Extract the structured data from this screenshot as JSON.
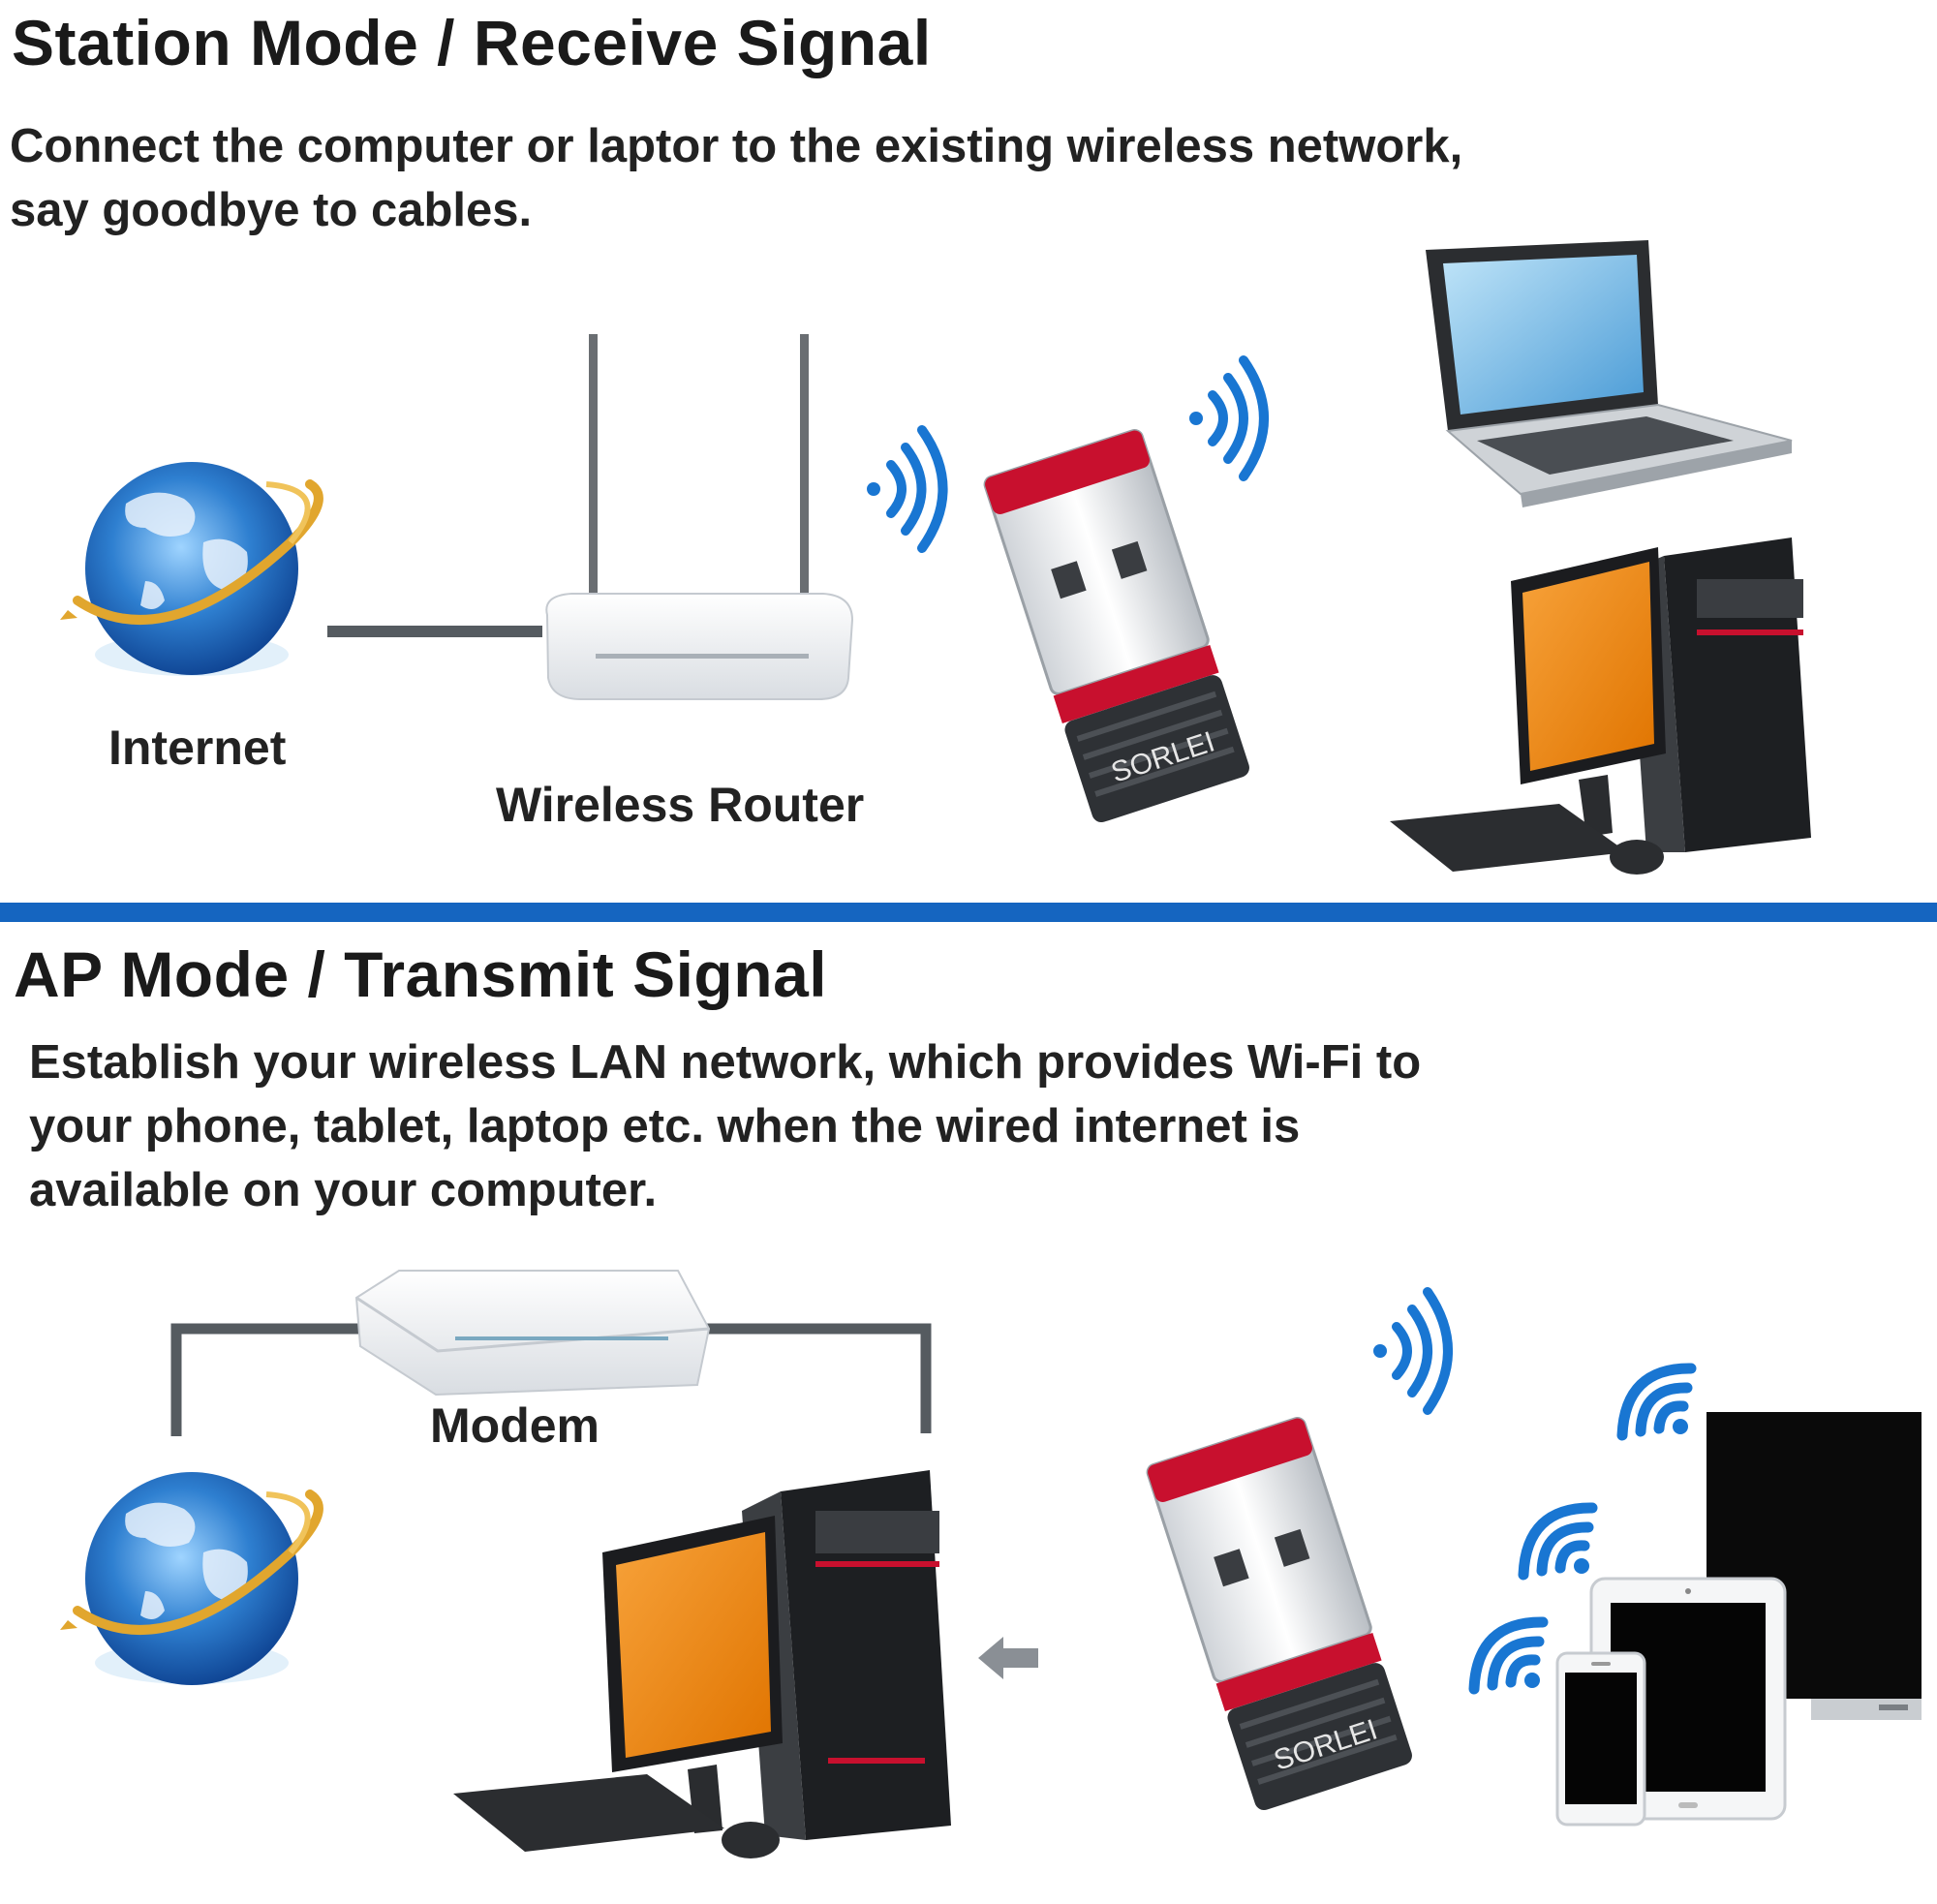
{
  "colors": {
    "accent_blue": "#1565c0",
    "wifi_blue": "#1976d2",
    "screen_orange": "#f08a16",
    "dongle_red": "#c8102e"
  },
  "station": {
    "title": "Station Mode / Receive Signal",
    "desc_line1": "Connect the computer or laptor to the existing wireless network,",
    "desc_line2": "say goodbye to cables.",
    "label_internet": "Internet",
    "label_router": "Wireless Router",
    "dongle_brand": "SORLEI"
  },
  "ap": {
    "title": "AP Mode / Transmit Signal",
    "desc_line1": "Establish your wireless LAN network, which provides Wi-Fi to",
    "desc_line2": "your phone, tablet, laptop etc. when the wired internet is",
    "desc_line3": "available on your computer.",
    "label_modem": "Modem",
    "dongle_brand": "SORLEI"
  }
}
